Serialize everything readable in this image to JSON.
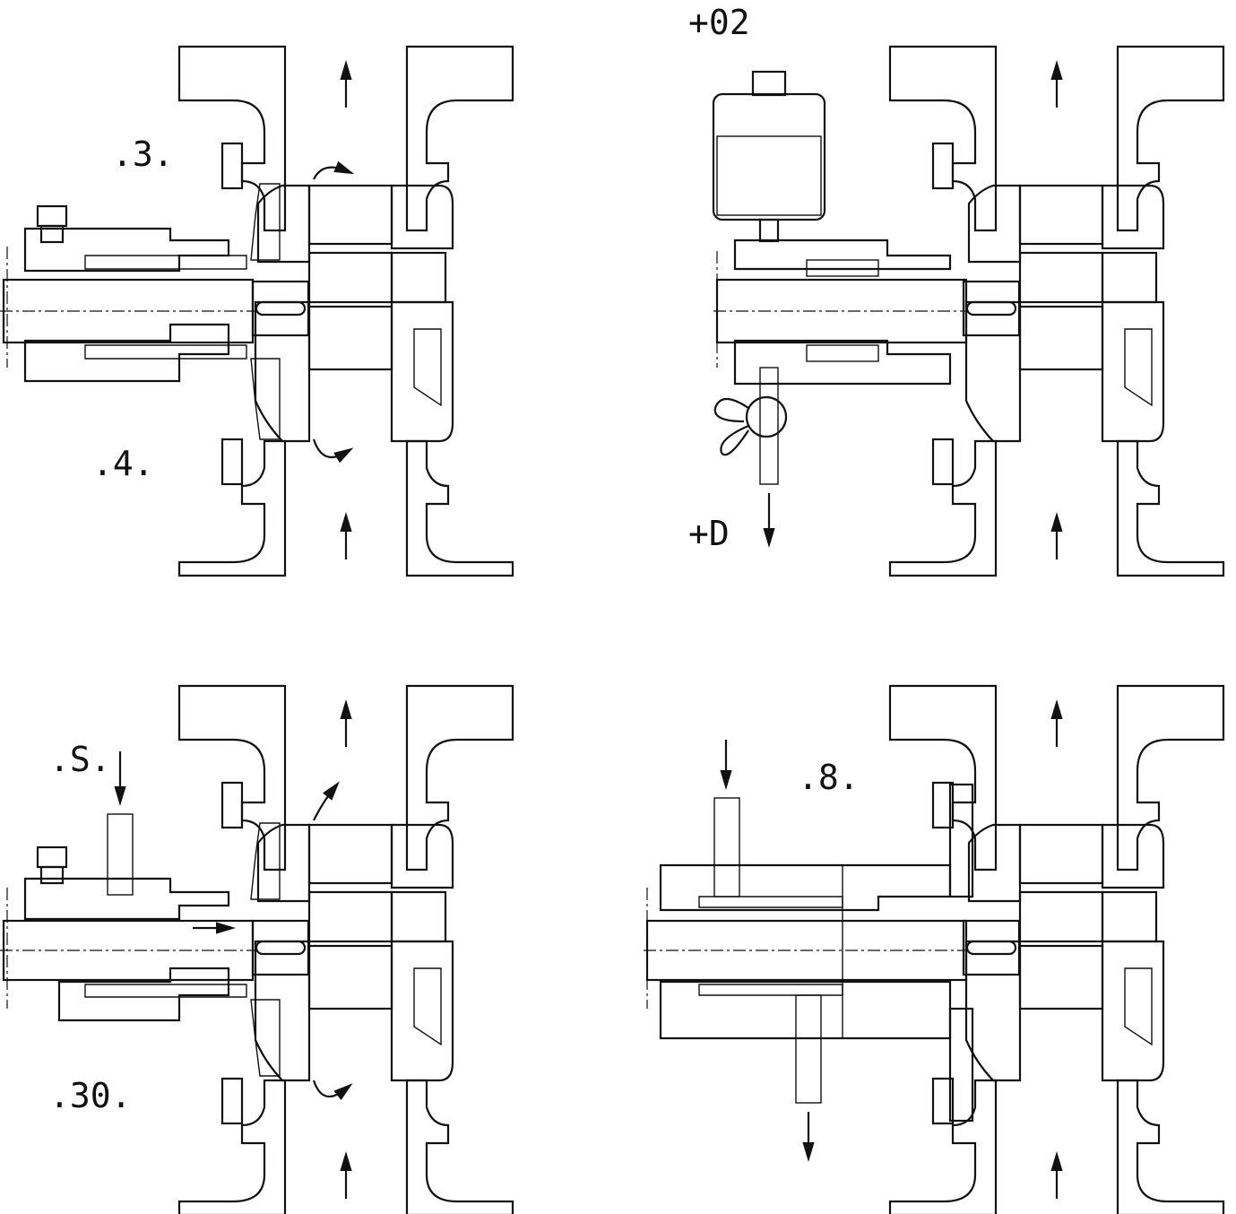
{
  "labels": {
    "view1_upper": ".3.",
    "view1_lower": ".4.",
    "view2_upper": "+02",
    "view2_lower": "+D",
    "view3_upper": ".S.",
    "view3_lower": ".30.",
    "view4_upper": ".8."
  },
  "colors": {
    "ink": "#111111",
    "paper": "#ffffff"
  }
}
